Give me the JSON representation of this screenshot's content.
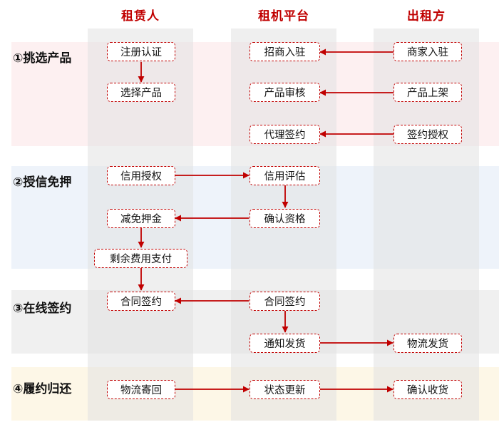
{
  "colors": {
    "accent": "#c00000",
    "band_1": "#fdf0f1",
    "band_2": "#eef3fa",
    "band_3": "#f0f0f0",
    "band_4": "#fdf7e7",
    "column": "#e2e2e2"
  },
  "columns": {
    "lessee": "租赁人",
    "platform": "租机平台",
    "lessor": "出租方"
  },
  "stages": {
    "select": "①挑选产品",
    "credit": "②授信免押",
    "sign": "③在线签约",
    "return": "④履约归还"
  },
  "nodes": {
    "register": "注册认证",
    "choose_product": "选择产品",
    "merchant_join": "招商入驻",
    "product_review": "产品审核",
    "agent_sign": "代理签约",
    "merchant_entry": "商家入驻",
    "product_list": "产品上架",
    "sign_authorize": "签约授权",
    "credit_auth": "信用授权",
    "deposit_waiver": "减免押金",
    "remaining_payment": "剩余费用支付",
    "credit_eval": "信用评估",
    "confirm_qual": "确认资格",
    "lessee_contract": "合同签约",
    "platform_contract": "合同签约",
    "notify_ship": "通知发货",
    "logistics_ship": "物流发货",
    "logistics_return": "物流寄回",
    "status_update": "状态更新",
    "confirm_receipt": "确认收货"
  }
}
